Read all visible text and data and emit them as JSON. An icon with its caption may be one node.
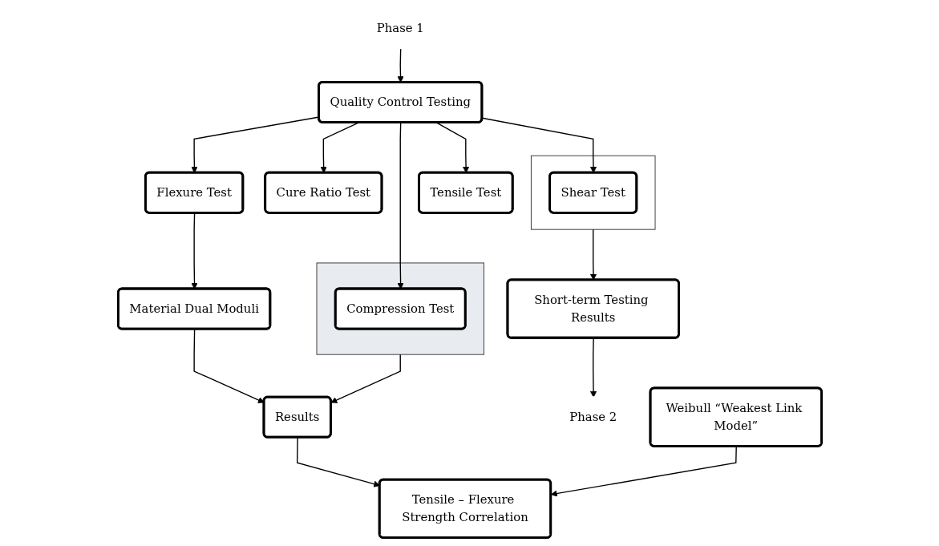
{
  "diagram": {
    "nodes": [
      {
        "text": [
          "Phase 1"
        ]
      },
      {
        "text": [
          "Quality Control Testing"
        ]
      },
      {
        "text": [
          "Cure Ratio Test"
        ]
      },
      {
        "text": [],
        "shape": "box"
      },
      {
        "text": [
          "Compression Test"
        ],
        "in": 3
      },
      {
        "text": [
          "Flexure Test"
        ]
      },
      {
        "text": [
          "Tensile Test"
        ]
      },
      {
        "text": [],
        "shape": "box"
      },
      {
        "text": [
          "Shear Test"
        ],
        "in": 7
      },
      {
        "text": [
          "Results"
        ]
      },
      {
        "text": [
          "Material Dual Moduli"
        ]
      },
      {
        "text": [
          "Short-term Testing Results"
        ]
      },
      {
        "text": [
          "Phase 2"
        ]
      },
      {
        "text": [
          "Tensile – Flexure Strength Correlation"
        ]
      },
      {
        "text": [
          "Weibull “Weakest Link Model”"
        ]
      }
    ],
    "edges": [
      {
        "from": 0,
        "to": 1,
        "arrow": "to"
      },
      {
        "from": 1,
        "to": 2,
        "arrow": "to"
      },
      {
        "from": 1,
        "to": 4,
        "arrow": "to"
      },
      {
        "from": 1,
        "to": 5,
        "arrow": "to"
      },
      {
        "from": 1,
        "to": 6,
        "arrow": "to"
      },
      {
        "from": 1,
        "to": 8,
        "arrow": "to"
      },
      {
        "from": 3,
        "to": 9,
        "arrow": "to"
      },
      {
        "from": 5,
        "to": 10,
        "arrow": "to"
      },
      {
        "from": 7,
        "to": 11,
        "arrow": "to"
      },
      {
        "from": 10,
        "to": 9,
        "arrow": "to"
      },
      {
        "from": 9,
        "to": 13,
        "arrow": "to"
      },
      {
        "from": 14,
        "to": 13,
        "arrow": "to"
      },
      {
        "from": 11,
        "to": 12,
        "arrow": "to"
      }
    ]
  }
}
